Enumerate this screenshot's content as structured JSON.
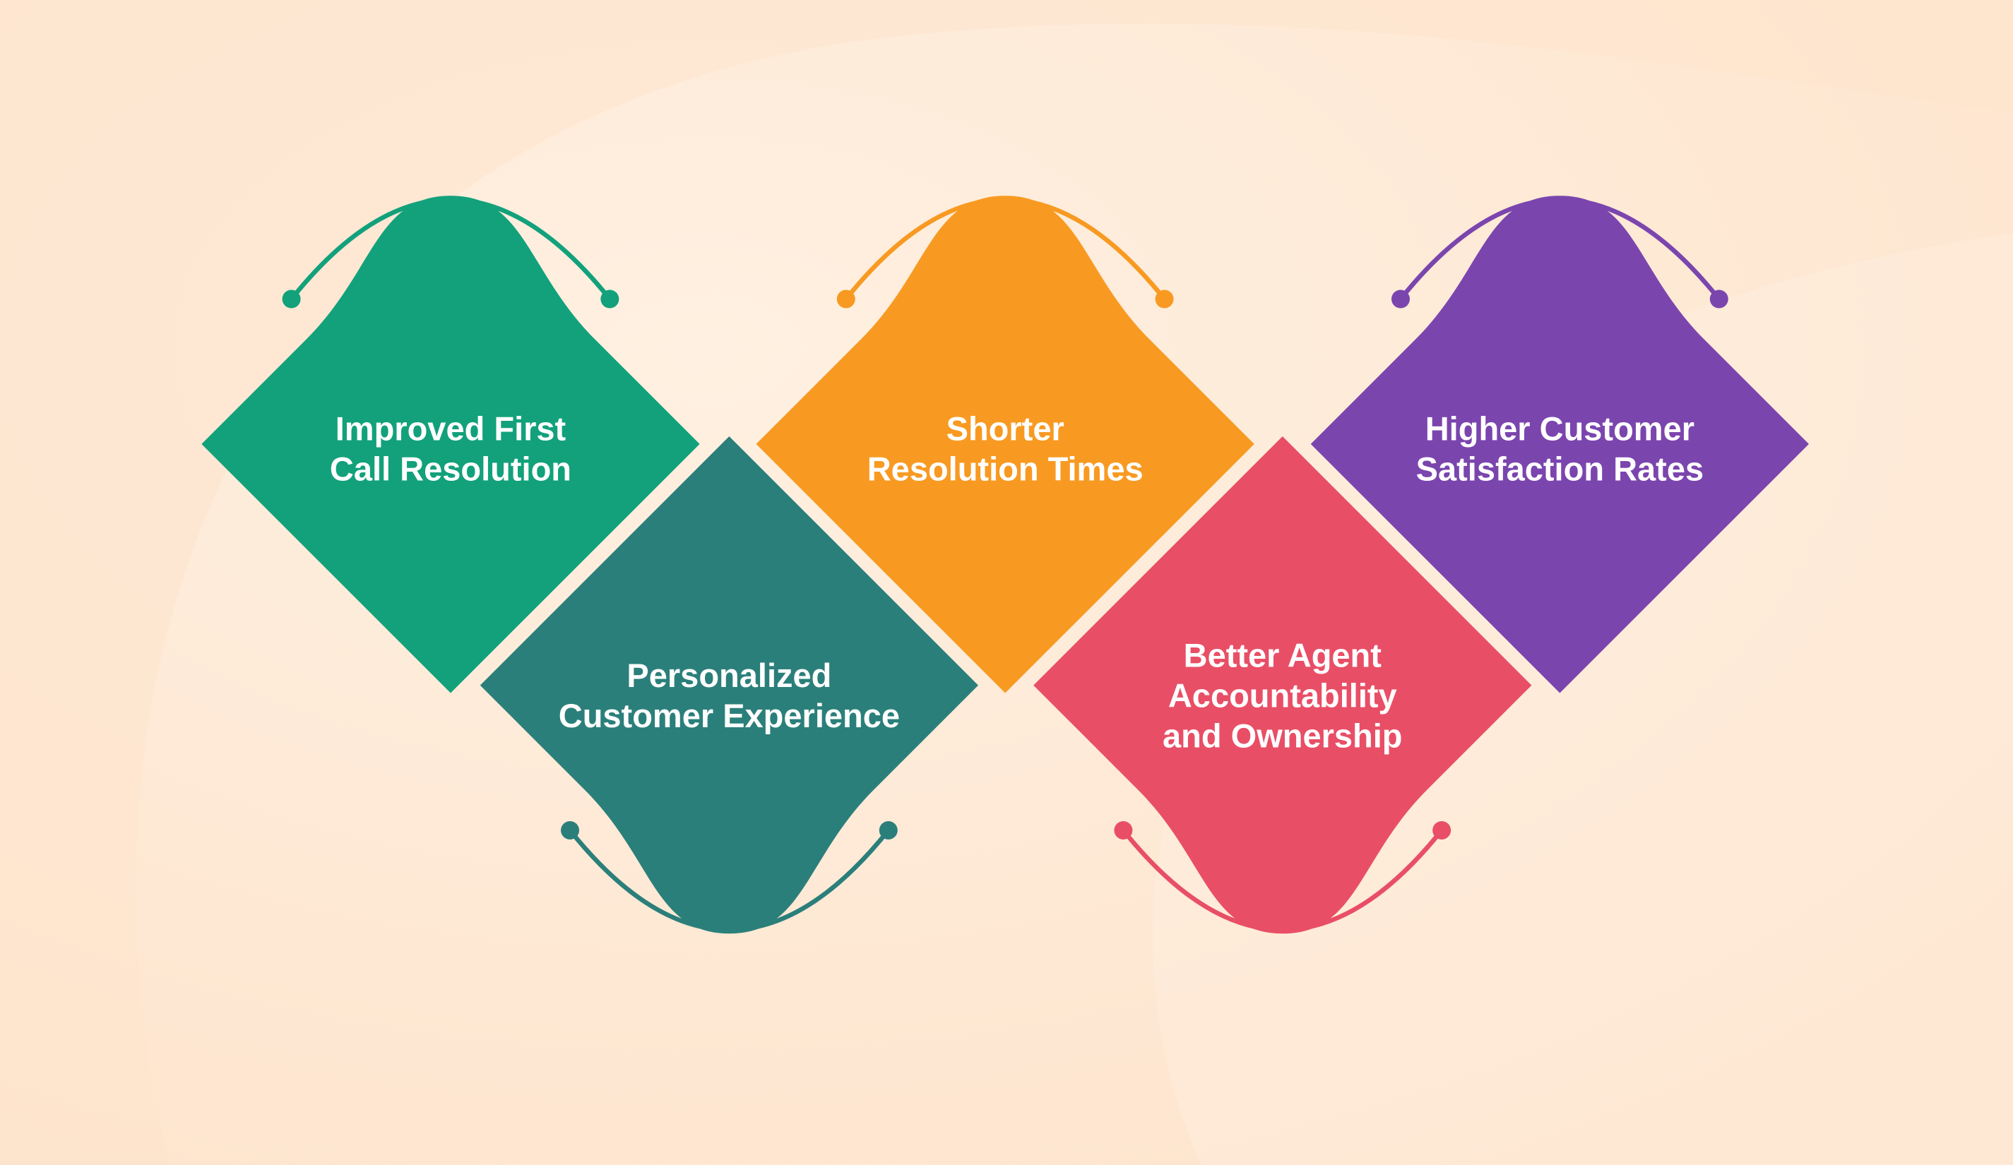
{
  "items": [
    {
      "lines": [
        "Improved First",
        "Call Resolution"
      ],
      "color": "#12A17B",
      "connector": "top"
    },
    {
      "lines": [
        "Personalized",
        "Customer Experience"
      ],
      "color": "#2B7F7A",
      "connector": "bottom"
    },
    {
      "lines": [
        "Shorter",
        "Resolution Times"
      ],
      "color": "#F89A22",
      "connector": "top"
    },
    {
      "lines": [
        "Better Agent",
        "Accountability",
        "and Ownership"
      ],
      "color": "#E84F66",
      "connector": "bottom"
    },
    {
      "lines": [
        "Higher Customer",
        "Satisfaction Rates"
      ],
      "color": "#7B45AE",
      "connector": "top"
    }
  ],
  "background": {
    "base": "#FDE8D2",
    "highlight": "#FFF1E3"
  }
}
